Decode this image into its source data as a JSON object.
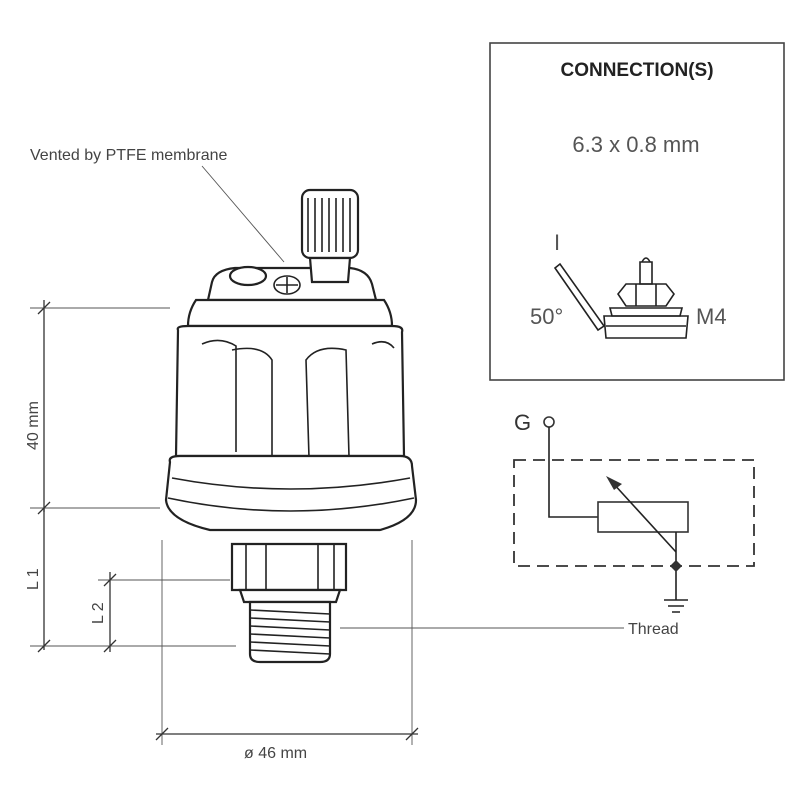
{
  "labels": {
    "vented": "Vented by PTFE membrane",
    "height": "40 mm",
    "l1": "L 1",
    "l2": "L 2",
    "thread": "Thread",
    "diameter": "ø 46 mm"
  },
  "connection": {
    "title": "CONNECTION(S)",
    "size": "6.3 x 0.8 mm",
    "terminal_i": "I",
    "angle": "50°",
    "stud": "M4"
  },
  "schematic": {
    "terminal_g": "G"
  },
  "colors": {
    "line": "#222222",
    "text": "#444444",
    "background": "#ffffff"
  }
}
